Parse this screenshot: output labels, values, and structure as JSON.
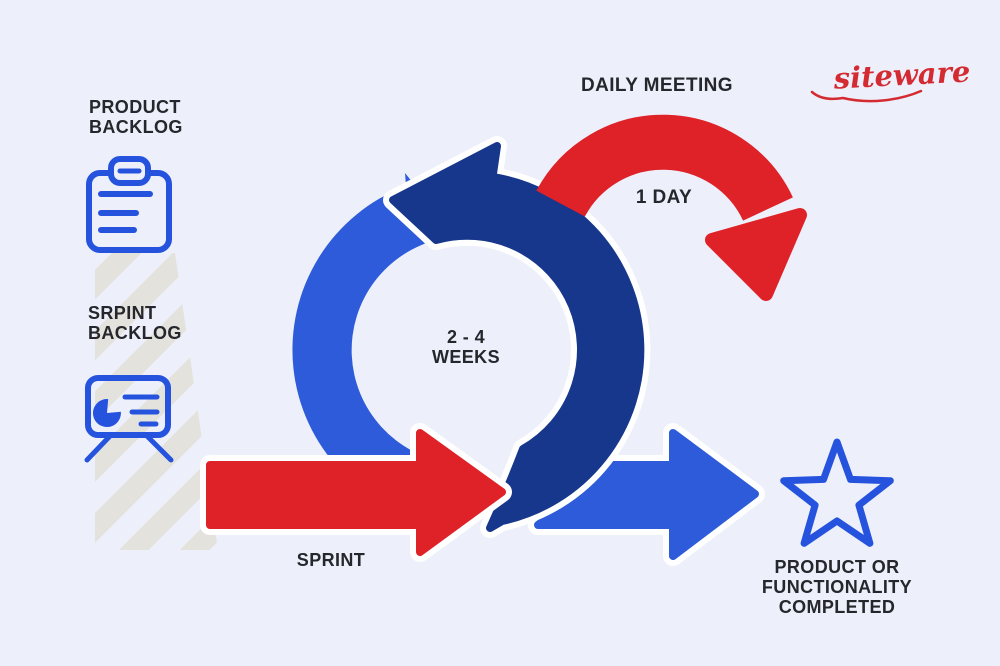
{
  "diagram": {
    "type": "scrum-sprint-cycle",
    "labels": {
      "product_backlog": [
        "PRODUCT",
        "BACKLOG"
      ],
      "sprint_backlog": [
        "SRPINT",
        "BACKLOG"
      ],
      "daily_meeting": "DAILY MEETING",
      "one_day": "1 DAY",
      "sprint_duration": [
        "2 - 4",
        "WEEKS"
      ],
      "sprint": "SPRINT",
      "completed": [
        "PRODUCT OR",
        "FUNCTIONALITY",
        "COMPLETED"
      ]
    },
    "icons": [
      "clipboard-icon",
      "presentation-board-icon",
      "star-icon"
    ],
    "colors": {
      "background": "#edf0fa",
      "light_blue": "#2e5bd9",
      "dark_navy": "#17378c",
      "red": "#df2128",
      "icon_blue": "#2553de",
      "stripe_gray": "#e4e2dc",
      "text": "#25272c"
    }
  },
  "brand": {
    "logo_text": "siteware",
    "logo_color": "#d42b33"
  }
}
